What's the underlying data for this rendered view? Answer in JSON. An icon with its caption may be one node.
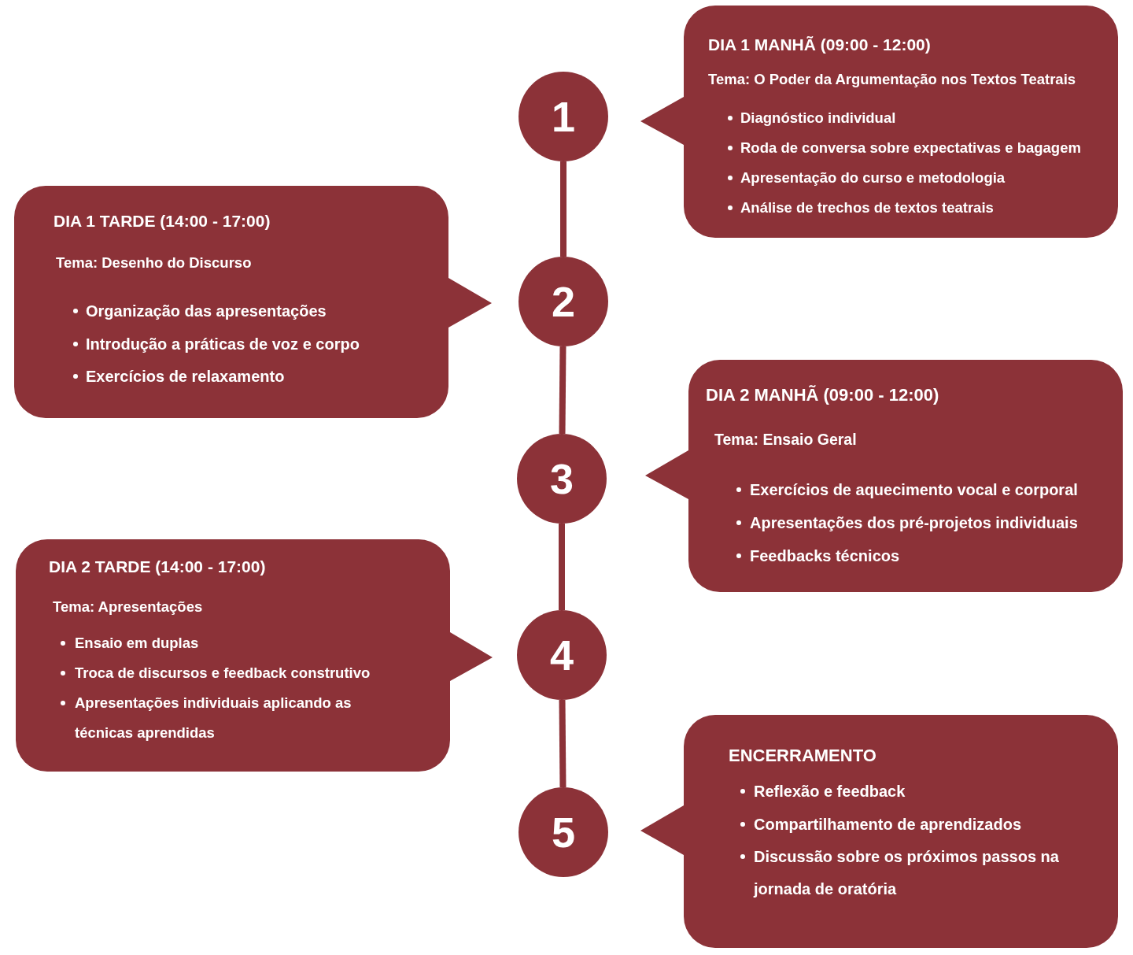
{
  "diagram": {
    "nodes": [
      {
        "text": [
          "1"
        ]
      },
      {
        "text": [
          "DIA 1 MANHÃ (09:00 - 12:00)",
          "Tema: O Poder da Argumentação nos Textos Teatrais",
          "Diagnóstico individual",
          "Roda de conversa sobre expectativas e bagagem",
          "Apresentação do curso e metodologia",
          "Análise de trechos de textos teatrais"
        ]
      },
      {
        "text": [
          "2"
        ]
      },
      {
        "text": [
          "DIA 1 TARDE (14:00 - 17:00)",
          "Tema: Desenho do Discurso",
          "Organização das apresentações",
          "Introdução a práticas de voz e corpo",
          "Exercícios de relaxamento"
        ]
      },
      {
        "text": [
          "3"
        ]
      },
      {
        "text": [
          "DIA 2 MANHÃ (09:00 - 12:00)",
          "Tema: Ensaio Geral",
          "Exercícios de aquecimento vocal e corporal",
          "Apresentações dos pré-projetos individuais",
          "Feedbacks técnicos"
        ]
      },
      {
        "text": [
          "4"
        ]
      },
      {
        "text": [
          "DIA 2 TARDE (14:00 - 17:00)",
          "Tema: Apresentações",
          "Ensaio em duplas",
          "Troca de discursos e feedback construtivo",
          "Apresentações individuais aplicando as técnicas aprendidas"
        ]
      },
      {
        "text": [
          "5"
        ]
      },
      {
        "text": [
          "ENCERRAMENTO",
          "Reflexão e feedback",
          "Compartilhamento de aprendizados",
          "Discussão sobre os próximos passos na jornada de oratória"
        ]
      }
    ],
    "edges": [
      {
        "from": 0,
        "to": 2,
        "arrow": "none"
      },
      {
        "from": 2,
        "to": 4,
        "arrow": "none"
      },
      {
        "from": 4,
        "to": 6,
        "arrow": "none"
      },
      {
        "from": 6,
        "to": 8,
        "arrow": "none"
      }
    ]
  }
}
